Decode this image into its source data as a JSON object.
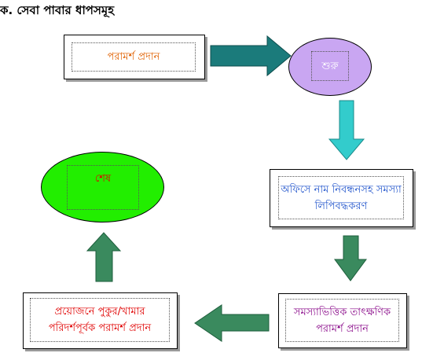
{
  "title": "ক. সেবা পাবার ধাপসমূহ",
  "nodes": {
    "advice": "পরামর্শ প্রদান",
    "start": "শুরু",
    "register": "অফিসে নাম নিবন্ধনসহ সমস্যা লিপিবদ্ধকরণ",
    "instant_advice": "সমস্যাভিত্তিক তাৎক্ষণিক পরামর্শ প্রদান",
    "field_visit": "প্রয়োজনে পুকুর/খামার পরিদর্শপূর্বক পরামর্শ প্রদান",
    "end": "শেষ"
  },
  "colors": {
    "advice_text": "#e06000",
    "start_fill": "#c9a6f2",
    "start_text": "#ffffff",
    "register_text": "#2255cc",
    "instant_text": "#8a0a8a",
    "field_text": "#e00000",
    "end_fill": "#22ee00",
    "end_text": "#e00000",
    "arrow_teal": "#1b7b7b",
    "arrow_cyan": "#33cccc",
    "arrow_green": "#3a8a5e"
  },
  "arrow_icons": [
    "arrow-right-icon",
    "arrow-down-icon",
    "arrow-down-icon",
    "arrow-left-icon",
    "arrow-up-icon"
  ]
}
